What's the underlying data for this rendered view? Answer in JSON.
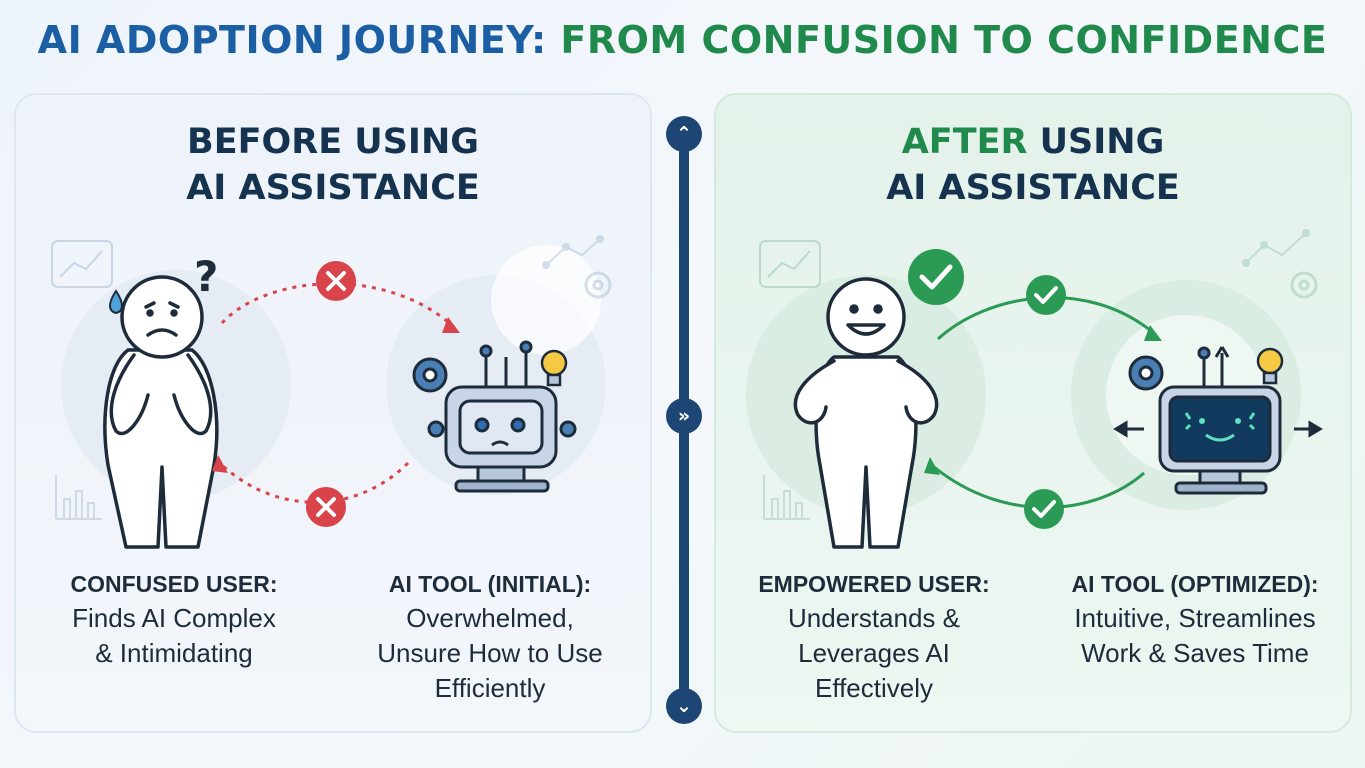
{
  "title": {
    "part1": "AI ADOPTION JOURNEY:",
    "part2": "FROM CONFUSION TO CONFIDENCE"
  },
  "before": {
    "heading_line1": "BEFORE USING",
    "heading_line2": "AI ASSISTANCE",
    "user_caption_title": "CONFUSED USER:",
    "user_caption_line1": "Finds AI Complex",
    "user_caption_line2": "& Intimidating",
    "tool_caption_title": "AI TOOL (INITIAL):",
    "tool_caption_line1": "Overwhelmed,",
    "tool_caption_line2": "Unsure How to Use",
    "tool_caption_line3": "Efficiently",
    "question_mark": "?"
  },
  "after": {
    "heading_accent": "AFTER",
    "heading_rest": " USING",
    "heading_line2": "AI ASSISTANCE",
    "user_caption_title": "EMPOWERED USER:",
    "user_caption_line1": "Understands &",
    "user_caption_line2": "Leverages AI",
    "user_caption_line3": "Effectively",
    "tool_caption_title": "AI TOOL (OPTIMIZED):",
    "tool_caption_line1": "Intuitive, Streamlines",
    "tool_caption_line2": "Work & Saves Time"
  },
  "divider": {
    "top_icon": "chevron-up-icon",
    "middle_icon": "double-chevron-right-icon",
    "bottom_icon": "chevron-down-icon"
  },
  "colors": {
    "title_blue": "#1b5ea3",
    "title_green": "#1f8a4c",
    "error_red": "#d9434a",
    "success_green": "#2a9a55",
    "divider_navy": "#1d4674"
  }
}
